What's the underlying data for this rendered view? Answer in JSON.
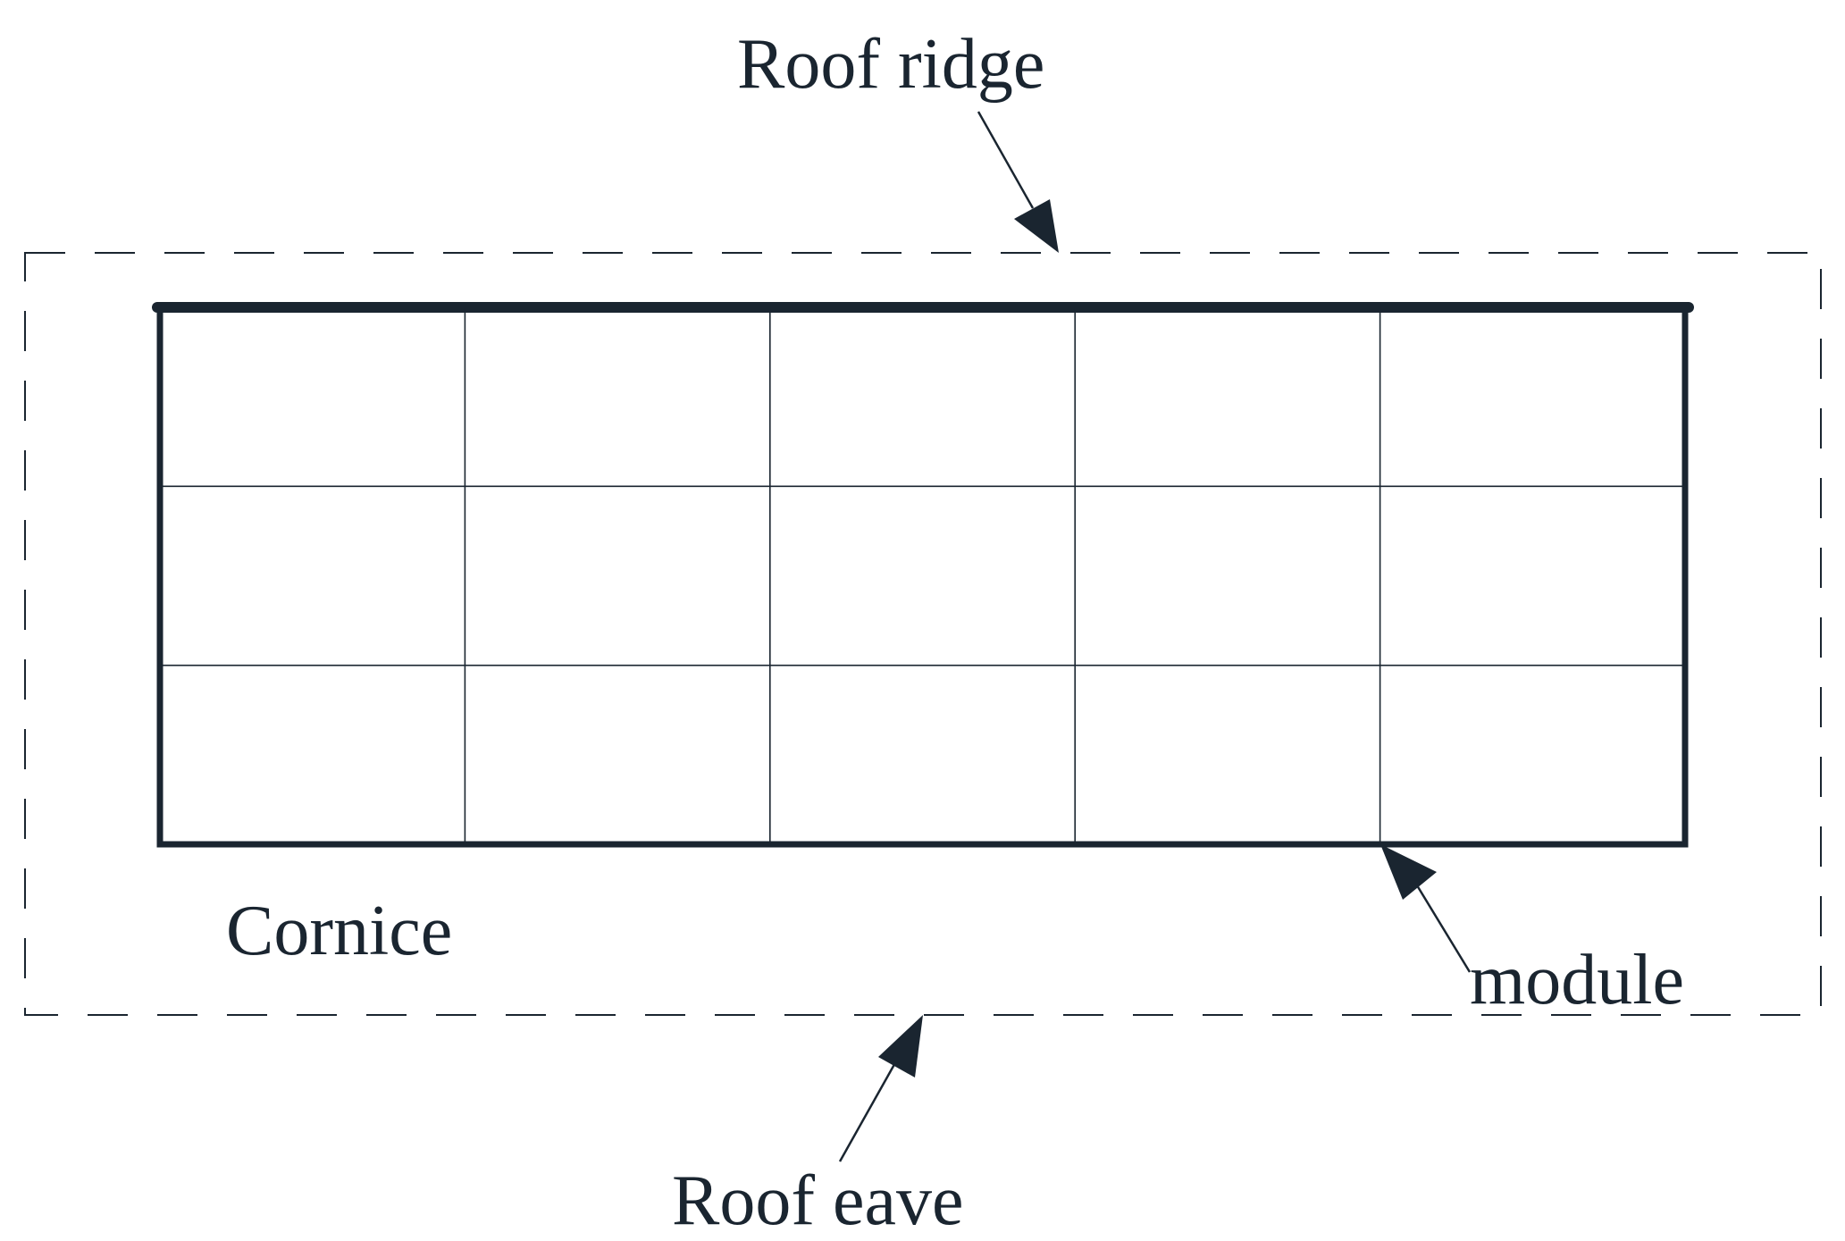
{
  "labels": {
    "roof_ridge": "Roof ridge",
    "cornice": "Cornice",
    "module": "module",
    "roof_eave": "Roof eave"
  },
  "module_grid": {
    "rows": 3,
    "columns": 5
  },
  "colors": {
    "ink": "#1a2530",
    "background": "#ffffff"
  }
}
